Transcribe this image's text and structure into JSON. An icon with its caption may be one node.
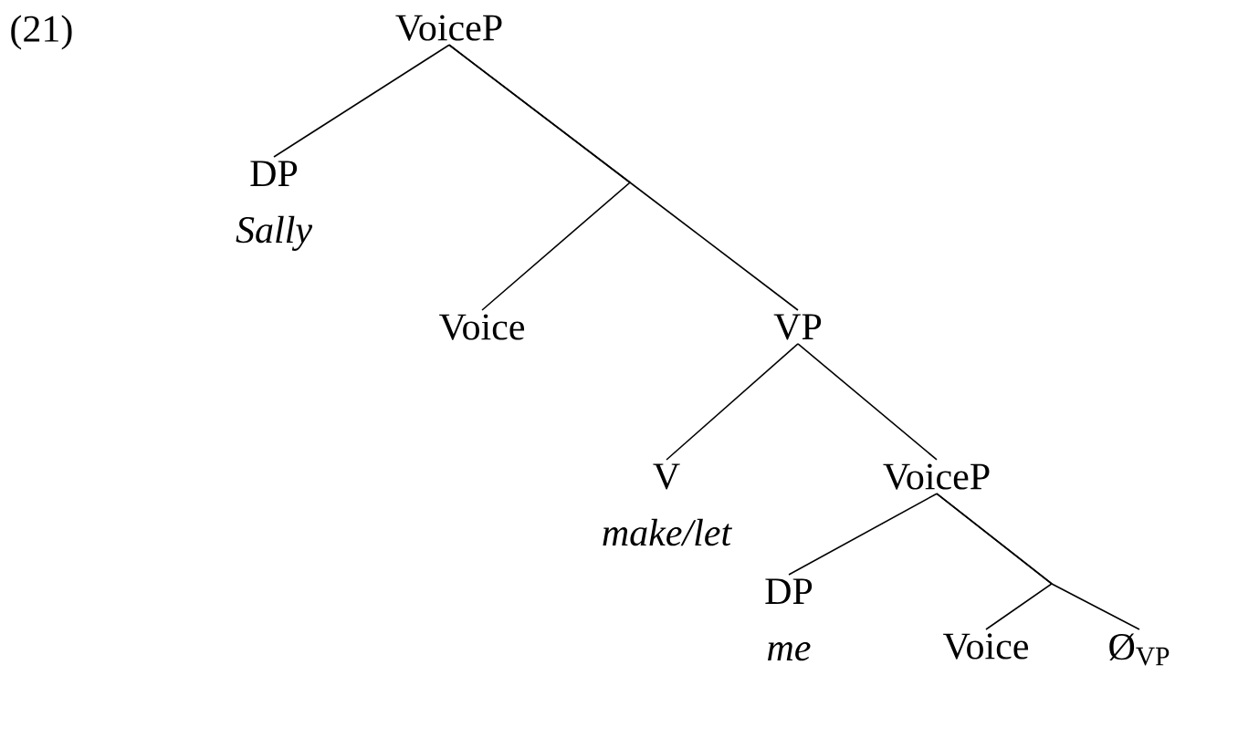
{
  "diagram": {
    "nodes": [
      {
        "text": [
          "VoiceP"
        ]
      },
      {
        "text": [
          "DP",
          "Sally"
        ]
      },
      {
        "text": [
          "Voice"
        ]
      },
      {
        "text": [
          "VP"
        ]
      },
      {
        "text": [
          "V",
          "make/let"
        ]
      },
      {
        "text": [
          "VoiceP"
        ]
      },
      {
        "text": [
          "DP",
          "me"
        ]
      },
      {
        "text": [
          "Voice"
        ]
      },
      {
        "text": [
          "Ø$_{VP}$"
        ]
      }
    ],
    "edges": [
      {
        "from": 0,
        "to": 1,
        "arrow": "none"
      },
      {
        "from": 0,
        "to": 2,
        "arrow": "none"
      },
      {
        "from": 0,
        "to": 3,
        "arrow": "none"
      },
      {
        "from": 3,
        "to": 4,
        "arrow": "none"
      },
      {
        "from": 3,
        "to": 5,
        "arrow": "none"
      },
      {
        "from": 5,
        "to": 6,
        "arrow": "none"
      },
      {
        "from": 5,
        "to": 7,
        "arrow": "none"
      },
      {
        "from": 5,
        "to": 8,
        "arrow": "none"
      }
    ],
    "labels": [
      "(21)"
    ]
  }
}
